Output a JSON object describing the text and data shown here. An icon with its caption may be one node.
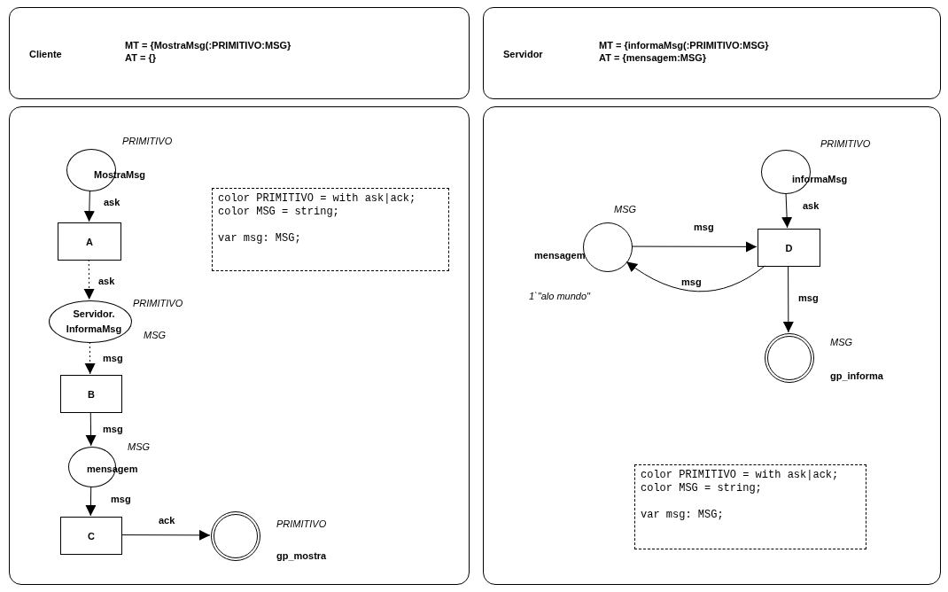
{
  "diagram": {
    "nodes": [
      {
        "text": [
          "Cliente",
          "MT = {MostraMsg(:PRIMITIVO:MSG}",
          "AT = {}"
        ]
      },
      {
        "text": [
          "Servidor",
          "MT = {informaMsg(:PRIMITIVO:MSG}",
          "AT = {mensagem:MSG}"
        ]
      },
      {
        "text": [],
        "shape": "box"
      },
      {
        "text": [],
        "shape": "box"
      },
      {
        "text": [
          "MostraMsg"
        ],
        "beside": [
          "PRIMITIVO"
        ],
        "in": 2
      },
      {
        "text": [
          "A"
        ],
        "in": 2
      },
      {
        "text": [
          "Servidor. InformaMsg"
        ],
        "beside": [
          "PRIMITIVO",
          "MSG"
        ],
        "in": 2
      },
      {
        "text": [
          "B"
        ],
        "in": 2
      },
      {
        "text": [
          "mensagem"
        ],
        "beside": [
          "MSG"
        ],
        "in": 2
      },
      {
        "text": [
          "C"
        ],
        "in": 2
      },
      {
        "text": [
          "gp_mostra"
        ],
        "beside": [
          "PRIMITIVO"
        ],
        "in": 2
      },
      {
        "text": [
          "color PRIMITIVO = with ask|ack; color MSG = string;",
          "var msg: MSG;"
        ],
        "in": 2
      },
      {
        "text": [
          "informaMsg"
        ],
        "beside": [
          "PRIMITIVO"
        ],
        "in": 3
      },
      {
        "text": [
          "mensagem"
        ],
        "beside": [
          "MSG",
          "1`\"alo mundo\""
        ],
        "in": 3
      },
      {
        "text": [
          "D"
        ],
        "in": 3
      },
      {
        "text": [
          "gp_informa"
        ],
        "beside": [
          "MSG"
        ],
        "in": 3
      },
      {
        "text": [
          "color PRIMITIVO = with ask|ack; color MSG = string;",
          "var msg: MSG;"
        ],
        "in": 3
      }
    ],
    "edges": [
      {
        "from": 4,
        "to": 5,
        "arrow": "to",
        "label": "ask"
      },
      {
        "from": 5,
        "to": 6,
        "arrow": "to",
        "label": "ask",
        "style": "dashed"
      },
      {
        "from": 6,
        "to": 7,
        "arrow": "to",
        "label": "msg",
        "style": "dashed"
      },
      {
        "from": 7,
        "to": 8,
        "arrow": "to",
        "label": "msg"
      },
      {
        "from": 8,
        "to": 9,
        "arrow": "to",
        "label": "msg"
      },
      {
        "from": 9,
        "to": 10,
        "arrow": "to",
        "label": "ack"
      },
      {
        "from": 12,
        "to": 14,
        "arrow": "to",
        "label": "ask"
      },
      {
        "from": 13,
        "to": 14,
        "arrow": "to",
        "label": "msg"
      },
      {
        "from": 14,
        "to": 13,
        "arrow": "to",
        "label": "msg"
      },
      {
        "from": 14,
        "to": 15,
        "arrow": "to",
        "label": "msg"
      }
    ]
  }
}
